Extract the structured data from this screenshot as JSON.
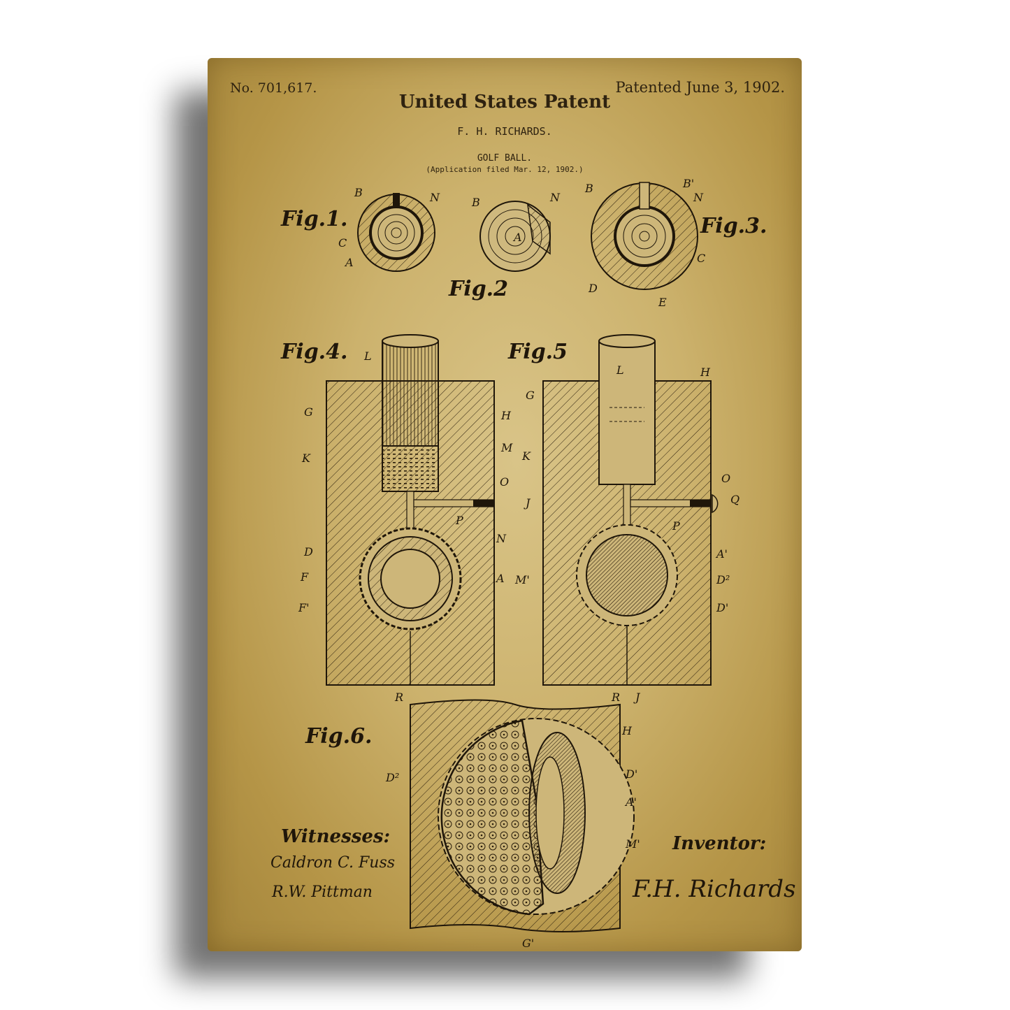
{
  "header": {
    "patent_number": "No. 701,617.",
    "patent_date": "Patented June 3, 1902.",
    "title": "United States Patent",
    "inventor_name": "F. H. RICHARDS.",
    "subject": "GOLF BALL.",
    "application": "(Application filed Mar. 12, 1902.)"
  },
  "figures": {
    "fig1": "Fig.1.",
    "fig2": "Fig.2",
    "fig3": "Fig.3.",
    "fig4": "Fig.4.",
    "fig5": "Fig.5",
    "fig6": "Fig.6."
  },
  "labels": {
    "A": "A",
    "B": "B",
    "C": "C",
    "D": "D",
    "E": "E",
    "F": "F",
    "F1": "F'",
    "G": "G",
    "G1": "G'",
    "H": "H",
    "J": "J",
    "K": "K",
    "L": "L",
    "M": "M",
    "M1": "M'",
    "N": "N",
    "O": "O",
    "P": "P",
    "Q": "Q",
    "R": "R",
    "A1": "A'",
    "B1": "B'",
    "D1": "D'",
    "D2": "D²"
  },
  "signatures": {
    "witnesses_label": "Witnesses:",
    "witness_1": "Caldron C. Fuss",
    "witness_2": "R.W. Pittman",
    "inventor_label": "Inventor:",
    "inventor_signature": "F.H. Richards"
  },
  "colors": {
    "ink": "#1f160a",
    "plate_light": "#d9c488",
    "plate_dark": "#a3843a"
  }
}
